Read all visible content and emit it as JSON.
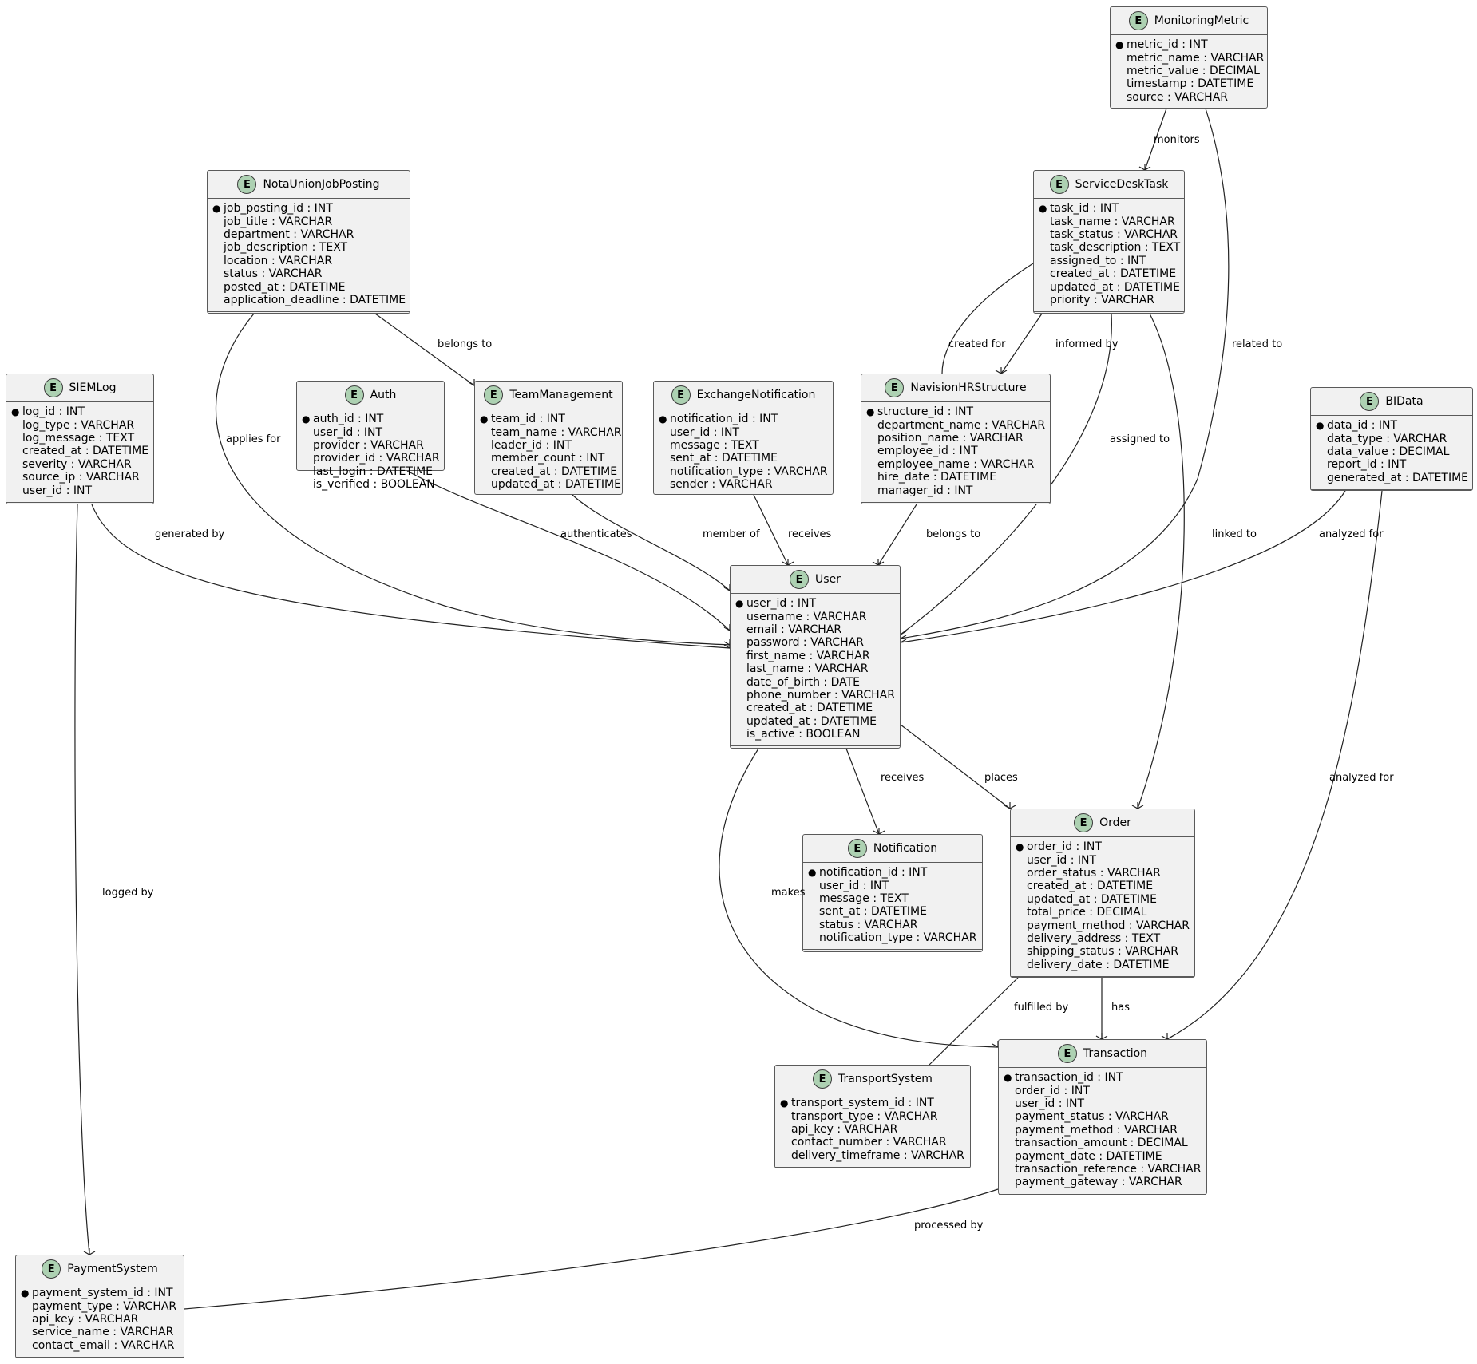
{
  "entities": [
    {
      "name": "MonitoringMetric",
      "badge": "E",
      "attributes": [
        {
          "key": true,
          "text": "metric_id : INT"
        },
        {
          "key": false,
          "text": "metric_name : VARCHAR"
        },
        {
          "key": false,
          "text": "metric_value : DECIMAL"
        },
        {
          "key": false,
          "text": "timestamp : DATETIME"
        },
        {
          "key": false,
          "text": "source : VARCHAR"
        }
      ]
    },
    {
      "name": "NotaUnionJobPosting",
      "badge": "E",
      "attributes": [
        {
          "key": true,
          "text": "job_posting_id : INT"
        },
        {
          "key": false,
          "text": "job_title : VARCHAR"
        },
        {
          "key": false,
          "text": "department : VARCHAR"
        },
        {
          "key": false,
          "text": "job_description : TEXT"
        },
        {
          "key": false,
          "text": "location : VARCHAR"
        },
        {
          "key": false,
          "text": "status : VARCHAR"
        },
        {
          "key": false,
          "text": "posted_at : DATETIME"
        },
        {
          "key": false,
          "text": "application_deadline : DATETIME"
        }
      ]
    },
    {
      "name": "ServiceDeskTask",
      "badge": "E",
      "attributes": [
        {
          "key": true,
          "text": "task_id : INT"
        },
        {
          "key": false,
          "text": "task_name : VARCHAR"
        },
        {
          "key": false,
          "text": "task_status : VARCHAR"
        },
        {
          "key": false,
          "text": "task_description : TEXT"
        },
        {
          "key": false,
          "text": "assigned_to : INT"
        },
        {
          "key": false,
          "text": "created_at : DATETIME"
        },
        {
          "key": false,
          "text": "updated_at : DATETIME"
        },
        {
          "key": false,
          "text": "priority : VARCHAR"
        }
      ]
    },
    {
      "name": "SIEMLog",
      "badge": "E",
      "attributes": [
        {
          "key": true,
          "text": "log_id : INT"
        },
        {
          "key": false,
          "text": "log_type : VARCHAR"
        },
        {
          "key": false,
          "text": "log_message : TEXT"
        },
        {
          "key": false,
          "text": "created_at : DATETIME"
        },
        {
          "key": false,
          "text": "severity : VARCHAR"
        },
        {
          "key": false,
          "text": "source_ip : VARCHAR"
        },
        {
          "key": false,
          "text": "user_id : INT"
        }
      ]
    },
    {
      "name": "Auth",
      "badge": "E",
      "attributes": [
        {
          "key": true,
          "text": "auth_id : INT"
        },
        {
          "key": false,
          "text": "user_id : INT"
        },
        {
          "key": false,
          "text": "provider : VARCHAR"
        },
        {
          "key": false,
          "text": "provider_id : VARCHAR"
        },
        {
          "key": false,
          "text": "last_login : DATETIME"
        },
        {
          "key": false,
          "text": "is_verified : BOOLEAN"
        }
      ]
    },
    {
      "name": "TeamManagement",
      "badge": "E",
      "attributes": [
        {
          "key": true,
          "text": "team_id : INT"
        },
        {
          "key": false,
          "text": "team_name : VARCHAR"
        },
        {
          "key": false,
          "text": "leader_id : INT"
        },
        {
          "key": false,
          "text": "member_count : INT"
        },
        {
          "key": false,
          "text": "created_at : DATETIME"
        },
        {
          "key": false,
          "text": "updated_at : DATETIME"
        }
      ]
    },
    {
      "name": "ExchangeNotification",
      "badge": "E",
      "attributes": [
        {
          "key": true,
          "text": "notification_id : INT"
        },
        {
          "key": false,
          "text": "user_id : INT"
        },
        {
          "key": false,
          "text": "message : TEXT"
        },
        {
          "key": false,
          "text": "sent_at : DATETIME"
        },
        {
          "key": false,
          "text": "notification_type : VARCHAR"
        },
        {
          "key": false,
          "text": "sender : VARCHAR"
        }
      ]
    },
    {
      "name": "NavisionHRStructure",
      "badge": "E",
      "attributes": [
        {
          "key": true,
          "text": "structure_id : INT"
        },
        {
          "key": false,
          "text": "department_name : VARCHAR"
        },
        {
          "key": false,
          "text": "position_name : VARCHAR"
        },
        {
          "key": false,
          "text": "employee_id : INT"
        },
        {
          "key": false,
          "text": "employee_name : VARCHAR"
        },
        {
          "key": false,
          "text": "hire_date : DATETIME"
        },
        {
          "key": false,
          "text": "manager_id : INT"
        }
      ]
    },
    {
      "name": "BIData",
      "badge": "E",
      "attributes": [
        {
          "key": true,
          "text": "data_id : INT"
        },
        {
          "key": false,
          "text": "data_type : VARCHAR"
        },
        {
          "key": false,
          "text": "data_value : DECIMAL"
        },
        {
          "key": false,
          "text": "report_id : INT"
        },
        {
          "key": false,
          "text": "generated_at : DATETIME"
        }
      ]
    },
    {
      "name": "User",
      "badge": "E",
      "attributes": [
        {
          "key": true,
          "text": "user_id : INT"
        },
        {
          "key": false,
          "text": "username : VARCHAR"
        },
        {
          "key": false,
          "text": "email : VARCHAR"
        },
        {
          "key": false,
          "text": "password : VARCHAR"
        },
        {
          "key": false,
          "text": "first_name : VARCHAR"
        },
        {
          "key": false,
          "text": "last_name : VARCHAR"
        },
        {
          "key": false,
          "text": "date_of_birth : DATE"
        },
        {
          "key": false,
          "text": "phone_number : VARCHAR"
        },
        {
          "key": false,
          "text": "created_at : DATETIME"
        },
        {
          "key": false,
          "text": "updated_at : DATETIME"
        },
        {
          "key": false,
          "text": "is_active : BOOLEAN"
        }
      ]
    },
    {
      "name": "Notification",
      "badge": "E",
      "attributes": [
        {
          "key": true,
          "text": "notification_id : INT"
        },
        {
          "key": false,
          "text": "user_id : INT"
        },
        {
          "key": false,
          "text": "message : TEXT"
        },
        {
          "key": false,
          "text": "sent_at : DATETIME"
        },
        {
          "key": false,
          "text": "status : VARCHAR"
        },
        {
          "key": false,
          "text": "notification_type : VARCHAR"
        }
      ]
    },
    {
      "name": "Order",
      "badge": "E",
      "attributes": [
        {
          "key": true,
          "text": "order_id : INT"
        },
        {
          "key": false,
          "text": "user_id : INT"
        },
        {
          "key": false,
          "text": "order_status : VARCHAR"
        },
        {
          "key": false,
          "text": "created_at : DATETIME"
        },
        {
          "key": false,
          "text": "updated_at : DATETIME"
        },
        {
          "key": false,
          "text": "total_price : DECIMAL"
        },
        {
          "key": false,
          "text": "payment_method : VARCHAR"
        },
        {
          "key": false,
          "text": "delivery_address : TEXT"
        },
        {
          "key": false,
          "text": "shipping_status : VARCHAR"
        },
        {
          "key": false,
          "text": "delivery_date : DATETIME"
        }
      ]
    },
    {
      "name": "TransportSystem",
      "badge": "E",
      "attributes": [
        {
          "key": true,
          "text": "transport_system_id : INT"
        },
        {
          "key": false,
          "text": "transport_type : VARCHAR"
        },
        {
          "key": false,
          "text": "api_key : VARCHAR"
        },
        {
          "key": false,
          "text": "contact_number : VARCHAR"
        },
        {
          "key": false,
          "text": "delivery_timeframe : VARCHAR"
        }
      ]
    },
    {
      "name": "Transaction",
      "badge": "E",
      "attributes": [
        {
          "key": true,
          "text": "transaction_id : INT"
        },
        {
          "key": false,
          "text": "order_id : INT"
        },
        {
          "key": false,
          "text": "user_id : INT"
        },
        {
          "key": false,
          "text": "payment_status : VARCHAR"
        },
        {
          "key": false,
          "text": "payment_method : VARCHAR"
        },
        {
          "key": false,
          "text": "transaction_amount : DECIMAL"
        },
        {
          "key": false,
          "text": "payment_date : DATETIME"
        },
        {
          "key": false,
          "text": "transaction_reference : VARCHAR"
        },
        {
          "key": false,
          "text": "payment_gateway : VARCHAR"
        }
      ]
    },
    {
      "name": "PaymentSystem",
      "badge": "E",
      "attributes": [
        {
          "key": true,
          "text": "payment_system_id : INT"
        },
        {
          "key": false,
          "text": "payment_type : VARCHAR"
        },
        {
          "key": false,
          "text": "api_key : VARCHAR"
        },
        {
          "key": false,
          "text": "service_name : VARCHAR"
        },
        {
          "key": false,
          "text": "contact_email : VARCHAR"
        }
      ]
    }
  ],
  "relationships": [
    {
      "from": "MonitoringMetric",
      "to": "ServiceDeskTask",
      "label": "monitors"
    },
    {
      "from": "MonitoringMetric",
      "to": "User",
      "label": "related to"
    },
    {
      "from": "NotaUnionJobPosting",
      "to": "TeamManagement",
      "label": "belongs to"
    },
    {
      "from": "NotaUnionJobPosting",
      "to": "User",
      "label": "applies for"
    },
    {
      "from": "ServiceDeskTask",
      "to": "NavisionHRStructure",
      "label": "created for"
    },
    {
      "from": "ServiceDeskTask",
      "to": "NavisionHRStructure",
      "label": "informed by"
    },
    {
      "from": "ServiceDeskTask",
      "to": "User",
      "label": "assigned to"
    },
    {
      "from": "ServiceDeskTask",
      "to": "Order",
      "label": "linked to"
    },
    {
      "from": "SIEMLog",
      "to": "User",
      "label": "generated by"
    },
    {
      "from": "SIEMLog",
      "to": "PaymentSystem",
      "label": "logged by"
    },
    {
      "from": "Auth",
      "to": "User",
      "label": "authenticates"
    },
    {
      "from": "TeamManagement",
      "to": "User",
      "label": "member of"
    },
    {
      "from": "ExchangeNotification",
      "to": "User",
      "label": "receives"
    },
    {
      "from": "NavisionHRStructure",
      "to": "User",
      "label": "belongs to"
    },
    {
      "from": "BIData",
      "to": "User",
      "label": "analyzed for"
    },
    {
      "from": "BIData",
      "to": "Transaction",
      "label": "analyzed for"
    },
    {
      "from": "User",
      "to": "Notification",
      "label": "receives"
    },
    {
      "from": "User",
      "to": "Order",
      "label": "places"
    },
    {
      "from": "User",
      "to": "Transaction",
      "label": "makes"
    },
    {
      "from": "Order",
      "to": "TransportSystem",
      "label": "fulfilled by"
    },
    {
      "from": "Order",
      "to": "Transaction",
      "label": "has"
    },
    {
      "from": "Transaction",
      "to": "PaymentSystem",
      "label": "processed by"
    }
  ]
}
